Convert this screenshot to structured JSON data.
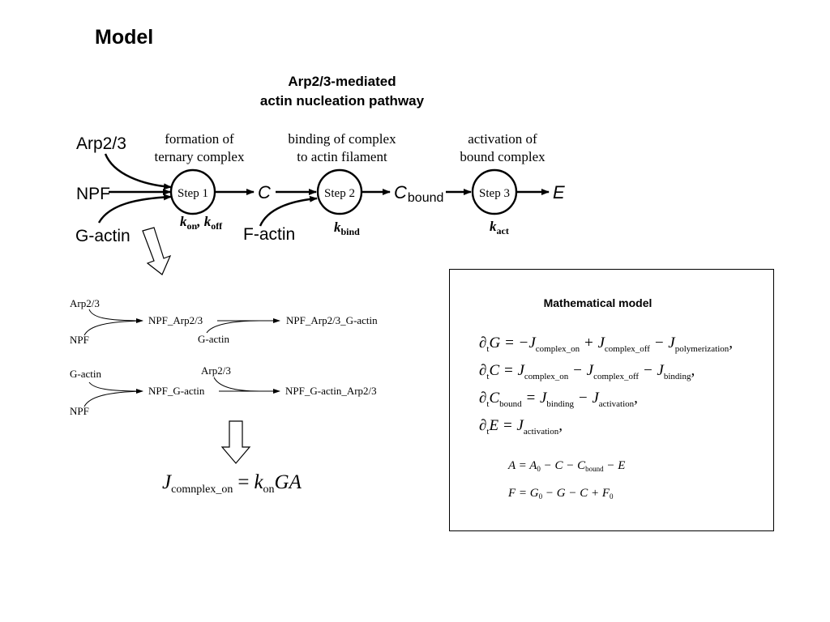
{
  "slide": {
    "title": "Model"
  },
  "pathway": {
    "heading_line1": "Arp2/3-mediated",
    "heading_line2": "actin nucleation pathway",
    "inputs": {
      "arp23": "Arp2/3",
      "npf": "NPF",
      "gactin": "G-actin",
      "factin": "F-actin"
    },
    "stage_labels": [
      {
        "line1": "formation of",
        "line2": "ternary complex"
      },
      {
        "line1": "binding of complex",
        "line2": "to actin filament"
      },
      {
        "line1": "activation of",
        "line2": "bound complex"
      }
    ],
    "steps": [
      "Step 1",
      "Step 2",
      "Step 3"
    ],
    "species": {
      "c": "C",
      "cbound_base": "C",
      "cbound_sub": "bound",
      "e": "E"
    },
    "rates": {
      "step1": {
        "k": "k",
        "on": "on",
        "sep": ", ",
        "k2": "k",
        "off": "off"
      },
      "step2": {
        "k": "k",
        "sub": "bind"
      },
      "step3": {
        "k": "k",
        "sub": "act"
      }
    }
  },
  "reactions": {
    "scheme1": {
      "in_top": "Arp2/3",
      "in_bottom": "NPF",
      "intermediate": "NPF_Arp2/3",
      "added": "G-actin",
      "product": "NPF_Arp2/3_G-actin"
    },
    "scheme2": {
      "in_top": "G-actin",
      "in_bottom": "NPF",
      "intermediate": "NPF_G-actin",
      "added": "Arp2/3",
      "product": "NPF_G-actin_Arp2/3"
    }
  },
  "flux": {
    "lhs": "J",
    "lhs_sub": "comnplex_on",
    "eq": "=",
    "k": "k",
    "k_sub": "on",
    "rhs": "GA"
  },
  "model": {
    "title": "Mathematical model",
    "eq1": {
      "d": "∂",
      "t": "t",
      "var": "G",
      "rest1": "= −J",
      "s1": "complex_on",
      "rest2": "+ J",
      "s2": "complex_off",
      "rest3": "− J",
      "s3": "polymerization",
      "end": ","
    },
    "eq2": {
      "d": "∂",
      "t": "t",
      "var": "C",
      "rest1": "= J",
      "s1": "complex_on",
      "rest2": "− J",
      "s2": "complex_off",
      "rest3": "− J",
      "s3": "binding",
      "end": ","
    },
    "eq3": {
      "d": "∂",
      "t": "t",
      "var": "C",
      "var_sub": "bound",
      "rest1": "= J",
      "s1": "binding",
      "rest2": "− J",
      "s2": "activation",
      "end": ","
    },
    "eq4": {
      "d": "∂",
      "t": "t",
      "var": "E",
      "rest1": "= J",
      "s1": "activation",
      "end": ","
    },
    "eq5": {
      "lhs": "A = A",
      "s0": "0",
      "rest": "− C − C",
      "s1": "bound",
      "tail": "− E"
    },
    "eq6": {
      "lhs": "F = G",
      "s0": "0",
      "rest": "− G − C + F",
      "s1": "0"
    }
  }
}
